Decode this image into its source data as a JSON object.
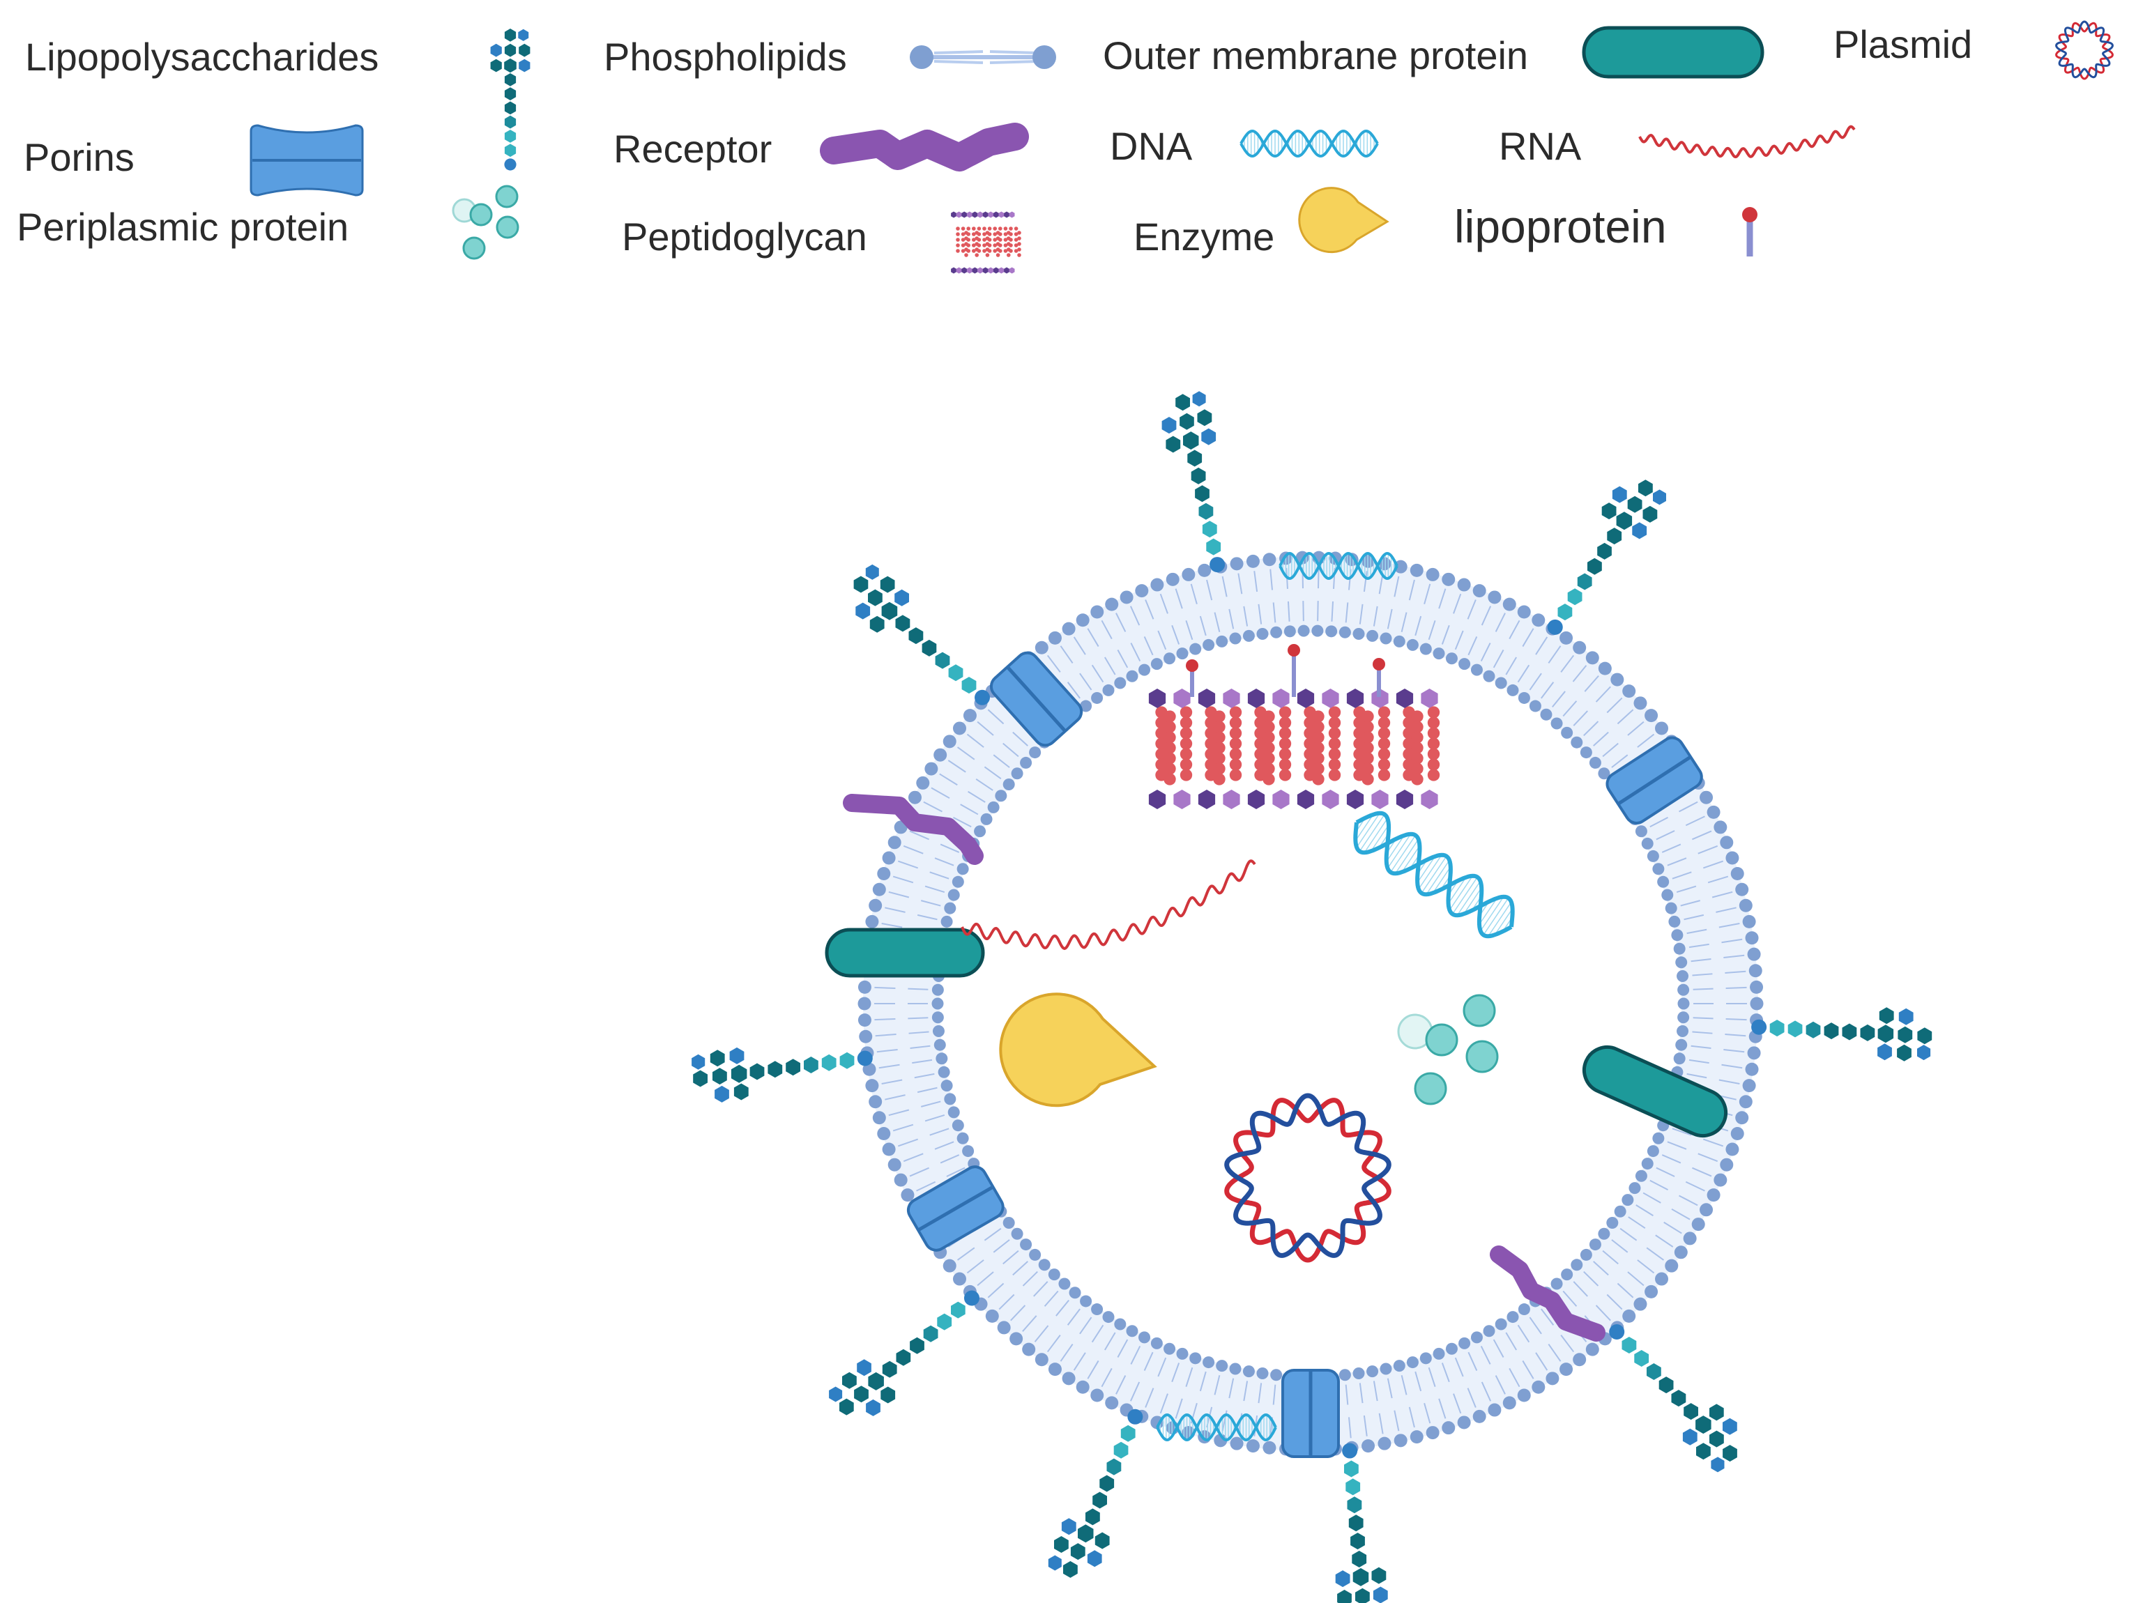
{
  "legend": {
    "lipopolysaccharides": "Lipopolysaccharides",
    "phospholipids": "Phospholipids",
    "outer_membrane_protein": "Outer membrane protein",
    "plasmid": "Plasmid",
    "porins": "Porins",
    "receptor": "Receptor",
    "dna": "DNA",
    "rna": "RNA",
    "periplasmic_protein": "Periplasmic protein",
    "peptidoglycan": "Peptidoglycan",
    "enzyme": "Enzyme",
    "lipoprotein": "lipoprotein"
  },
  "colors": {
    "lps_dark": "#0f6b78",
    "lps_mid": "#1d8c9c",
    "lps_light": "#35b3c0",
    "lps_blue": "#2f7fc4",
    "phospholipid_head": "#7f9fd1",
    "phospholipid_tail": "#a9c0e8",
    "membrane_fill": "#eaf1fb",
    "outer_membrane_protein": "#1d9a9a",
    "porin": "#5a9ee0",
    "receptor": "#8a55b0",
    "dna": "#2aa8d8",
    "rna": "#d0353b",
    "periplasmic_protein": "#7fd3d0",
    "peptidoglycan_red": "#e0585d",
    "peptidoglycan_purple": "#5a3c8e",
    "peptidoglycan_violet": "#a877c8",
    "enzyme": "#f6d25a",
    "plasmid_red": "#d42a35",
    "plasmid_blue": "#234f9d",
    "lipoprotein_head": "#d0353b",
    "lipoprotein_stem": "#8a8fd0"
  }
}
